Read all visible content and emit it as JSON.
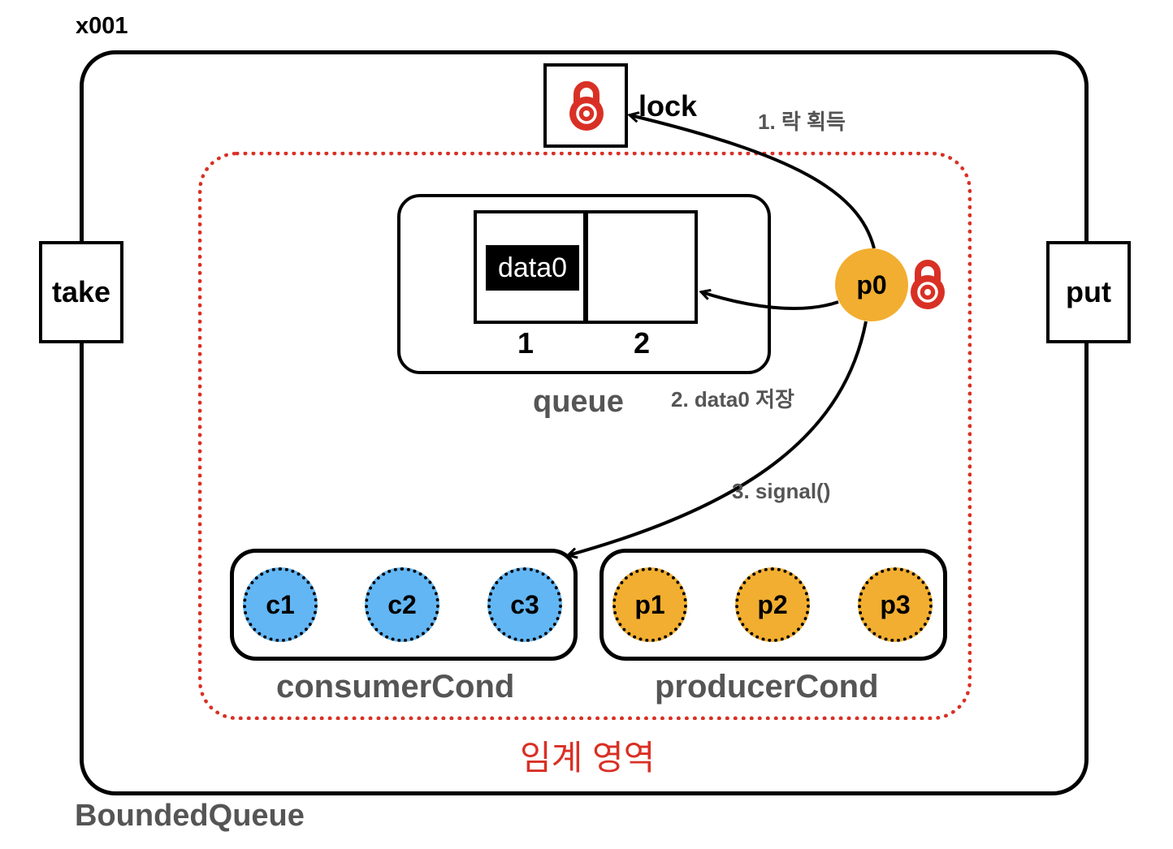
{
  "object_id": "x001",
  "class_name": "BoundedQueue",
  "methods": {
    "take": "take",
    "put": "put"
  },
  "lock": {
    "label": "lock",
    "icon": "padlock-icon",
    "color": "#d93025"
  },
  "critical_section": {
    "label": "임계 영역",
    "color": "#d93025"
  },
  "queue": {
    "label": "queue",
    "slots": [
      {
        "index": "1",
        "value": "data0"
      },
      {
        "index": "2",
        "value": ""
      }
    ]
  },
  "active_thread": {
    "name": "p0",
    "color": "#f2ae30",
    "holds_lock": true
  },
  "steps": {
    "acquire_lock": "1. 락 획득",
    "store_data": "2. data0 저장",
    "signal": "3. signal()"
  },
  "consumer_cond": {
    "label": "consumerCond",
    "color": "#62b6f4",
    "threads": [
      "c1",
      "c2",
      "c3"
    ]
  },
  "producer_cond": {
    "label": "producerCond",
    "color": "#f2ae30",
    "threads": [
      "p1",
      "p2",
      "p3"
    ]
  }
}
